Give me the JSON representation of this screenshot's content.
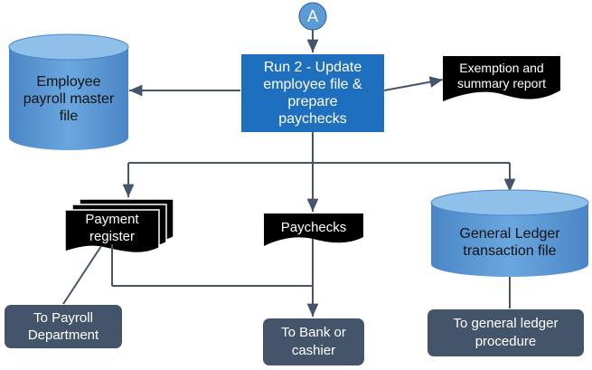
{
  "connector": {
    "label": "A"
  },
  "process": {
    "label": "Run 2 - Update\nemployee file &\nprepare\npaychecks"
  },
  "master_file": {
    "label": "Employee\npayroll master\nfile"
  },
  "exemption_report": {
    "label": "Exemption and\nsummary report"
  },
  "payment_register": {
    "label": "Payment\nregister"
  },
  "paychecks": {
    "label": "Paychecks"
  },
  "gl_file": {
    "label": "General Ledger\ntransaction file"
  },
  "to_payroll": {
    "label": "To Payroll\nDepartment"
  },
  "to_bank": {
    "label": "To Bank or\ncashier"
  },
  "to_gl": {
    "label": "To general ledger\nprocedure"
  },
  "colors": {
    "process_fill": "#1f6fbf",
    "cylinder_fill": "#5b9bd5",
    "destination_fill": "#44546a",
    "document_fill": "#000000",
    "connector_line": "#44546a"
  }
}
